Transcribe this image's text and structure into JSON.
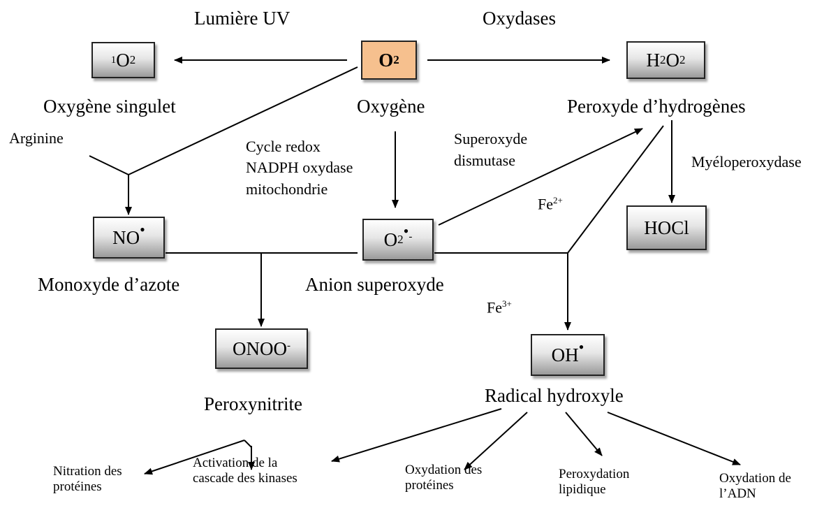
{
  "labels": {
    "lumiere_uv": "Lumière UV",
    "oxydases": "Oxydases",
    "oxygene_singulet": "Oxygène singulet",
    "oxygene": "Oxygène",
    "peroxyde_hydrogene": "Peroxyde d’hydrogènes",
    "arginine": "Arginine",
    "cycle_redox": "Cycle redox",
    "nadph_oxydase": "NADPH oxydase",
    "mitochondrie": "mitochondrie",
    "superoxyde": "Superoxyde",
    "dismutase": "dismutase",
    "myeloperoxydase": "Myéloperoxydase",
    "fe2_base": "Fe",
    "fe2_sup": "2+",
    "fe3_base": "Fe",
    "fe3_sup": "3+",
    "monoxyde_azote": "Monoxyde d’azote",
    "anion_superoxyde": "Anion superoxyde",
    "peroxynitrite": "Peroxynitrite",
    "radical_hydroxyle": "Radical hydroxyle",
    "nitration_l1": "Nitration des",
    "nitration_l2": "protéines",
    "activation_l1": "Activation de la",
    "activation_l2": "cascade des kinases",
    "oxy_prot_l1": "Oxydation des",
    "oxy_prot_l2": "protéines",
    "perox_lip_l1": "Peroxydation",
    "perox_lip_l2": "lipidique",
    "oxy_adn_l1": "Oxydation de",
    "oxy_adn_l2": "l’ADN"
  },
  "nodes": {
    "singlet": {
      "sup": "1",
      "base": "O",
      "sub": "2"
    },
    "o2": {
      "base": "O",
      "sub": "2",
      "color": "#f6c08e"
    },
    "h2o2": {
      "p1": "H",
      "s1": "2",
      "p2": "O",
      "s2": "2"
    },
    "no": {
      "base": "NO",
      "dot": "•"
    },
    "superoxide": {
      "base": "O",
      "sub": "2",
      "dot": "•",
      "charge": "-"
    },
    "hocl": {
      "base": "HOCl"
    },
    "onoo": {
      "base": "ONOO",
      "charge": "-"
    },
    "oh": {
      "base": "OH",
      "dot": "•"
    }
  }
}
